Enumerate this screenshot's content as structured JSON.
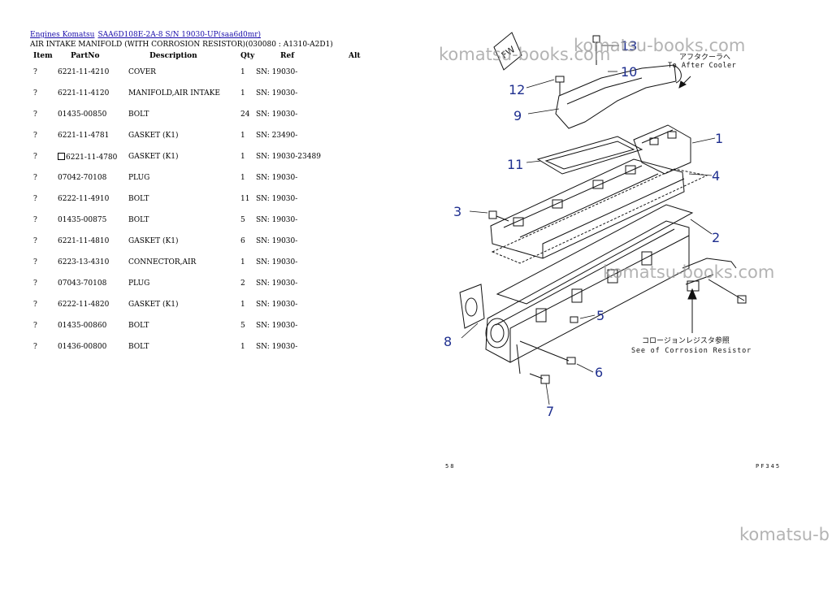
{
  "breadcrumb": {
    "link1": "Engines Komatsu",
    "link2": "SAA6D108E-2A-8 S/N 19030-UP(saa6d0mr)"
  },
  "page_title": "AIR INTAKE MANIFOLD (WITH CORROSION RESISTOR)(030080 : A1310-A2D1)",
  "table": {
    "headers": [
      "Item",
      "PartNo",
      "Description",
      "Qty",
      "Ref",
      "Alt"
    ],
    "rows": [
      {
        "item": "?",
        "part": "6221-11-4210",
        "desc": "COVER",
        "qty": "1",
        "ref": "SN: 19030-",
        "alt": ""
      },
      {
        "item": "?",
        "part": "6221-11-4120",
        "desc": "MANIFOLD,AIR INTAKE",
        "qty": "1",
        "ref": "SN: 19030-",
        "alt": ""
      },
      {
        "item": "?",
        "part": "01435-00850",
        "desc": "BOLT",
        "qty": "24",
        "ref": "SN: 19030-",
        "alt": ""
      },
      {
        "item": "?",
        "part": "6221-11-4781",
        "desc": "GASKET (K1)",
        "qty": "1",
        "ref": "SN: 23490-",
        "alt": ""
      },
      {
        "item": "?",
        "part": "6221-11-4780",
        "desc": "GASKET (K1)",
        "qty": "1",
        "ref": "SN: 19030-23489",
        "alt": ""
      },
      {
        "item": "?",
        "part": "07042-70108",
        "desc": "PLUG",
        "qty": "1",
        "ref": "SN: 19030-",
        "alt": ""
      },
      {
        "item": "?",
        "part": "6222-11-4910",
        "desc": "BOLT",
        "qty": "11",
        "ref": "SN: 19030-",
        "alt": ""
      },
      {
        "item": "?",
        "part": "01435-00875",
        "desc": "BOLT",
        "qty": "5",
        "ref": "SN: 19030-",
        "alt": ""
      },
      {
        "item": "?",
        "part": "6221-11-4810",
        "desc": "GASKET (K1)",
        "qty": "6",
        "ref": "SN: 19030-",
        "alt": ""
      },
      {
        "item": "?",
        "part": "6223-13-4310",
        "desc": "CONNECTOR,AIR",
        "qty": "1",
        "ref": "SN: 19030-",
        "alt": ""
      },
      {
        "item": "?",
        "part": "07043-70108",
        "desc": "PLUG",
        "qty": "2",
        "ref": "SN: 19030-",
        "alt": ""
      },
      {
        "item": "?",
        "part": "6222-11-4820",
        "desc": "GASKET (K1)",
        "qty": "1",
        "ref": "SN: 19030-",
        "alt": ""
      },
      {
        "item": "?",
        "part": "01435-00860",
        "desc": "BOLT",
        "qty": "5",
        "ref": "SN: 19030-",
        "alt": ""
      },
      {
        "item": "?",
        "part": "01436-00800",
        "desc": "BOLT",
        "qty": "1",
        "ref": "SN: 19030-",
        "alt": ""
      }
    ]
  },
  "diagram": {
    "callouts": [
      "1",
      "2",
      "3",
      "4",
      "5",
      "6",
      "7",
      "8",
      "9",
      "10",
      "11",
      "12",
      "13"
    ],
    "label_to_cooler_jp": "アフタクーラへ",
    "label_to_cooler_en": "To After Cooler",
    "label_resistor_jp": "コロージョンレジスタ参照",
    "label_resistor_en": "See of Corrosion Resistor",
    "page_num": "58",
    "page_code": "PF345",
    "fw_mark": "FW",
    "callout_color": "#1f2f8f"
  },
  "watermark": {
    "text": "komatsu-books.com",
    "partial": "komatsu-b"
  }
}
